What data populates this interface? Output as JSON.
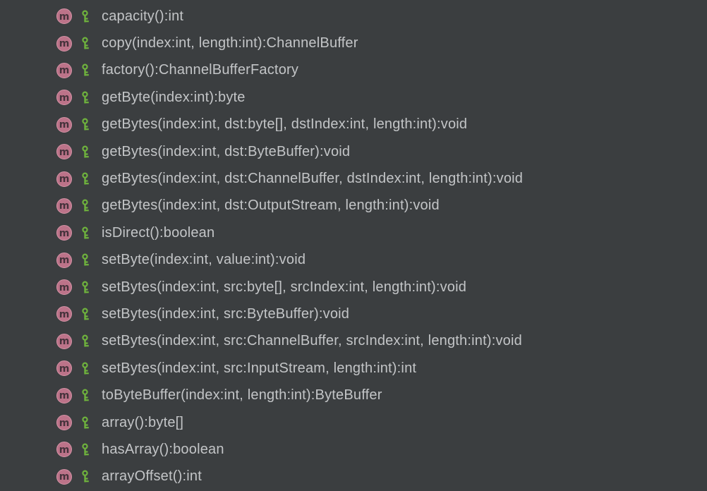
{
  "colors": {
    "background": "#3b3e40",
    "text": "#c3c5c7",
    "method_icon_fill": "#bc7389",
    "method_icon_ring": "#d493a6",
    "method_icon_letter": "#45323b",
    "public_key_icon_green": "#6fb33d"
  },
  "icons": {
    "method_letter": "m"
  },
  "members": [
    "capacity():int",
    "copy(index:int, length:int):ChannelBuffer",
    "factory():ChannelBufferFactory",
    "getByte(index:int):byte",
    "getBytes(index:int, dst:byte[], dstIndex:int, length:int):void",
    "getBytes(index:int, dst:ByteBuffer):void",
    "getBytes(index:int, dst:ChannelBuffer, dstIndex:int, length:int):void",
    "getBytes(index:int, dst:OutputStream, length:int):void",
    "isDirect():boolean",
    "setByte(index:int, value:int):void",
    "setBytes(index:int, src:byte[], srcIndex:int, length:int):void",
    "setBytes(index:int, src:ByteBuffer):void",
    "setBytes(index:int, src:ChannelBuffer, srcIndex:int, length:int):void",
    "setBytes(index:int, src:InputStream, length:int):int",
    "toByteBuffer(index:int, length:int):ByteBuffer",
    "array():byte[]",
    "hasArray():boolean",
    "arrayOffset():int"
  ]
}
